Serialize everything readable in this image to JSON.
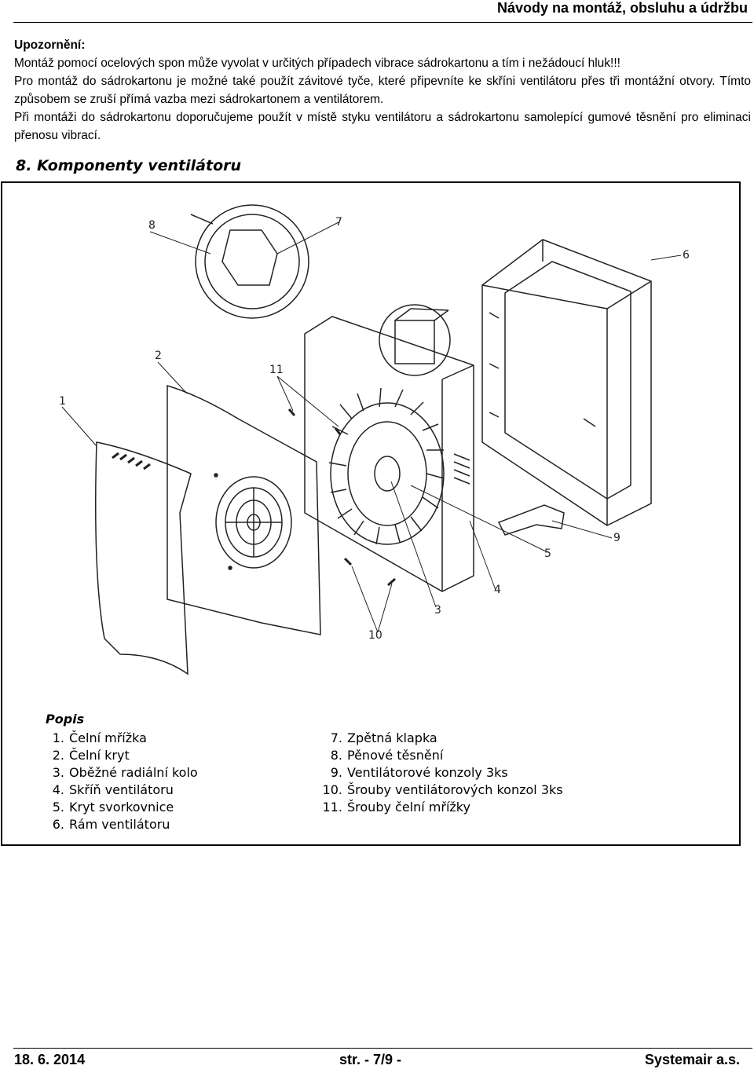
{
  "header": {
    "title": "Návody na montáž, obsluhu a údržbu"
  },
  "warning": {
    "heading": "Upozornění:",
    "paragraph_1": "Montáž pomocí ocelových spon může vyvolat v určitých případech vibrace sádrokartonu a tím i nežádoucí hluk!!!",
    "paragraph_2": "Pro montáž do sádrokartonu je možné také použít závitové tyče, které připevníte ke skříni ventilátoru přes tři montážní otvory. Tímto způsobem se zruší přímá vazba mezi sádrokartonem a ventilátorem.",
    "paragraph_3": "Při montáži do sádrokartonu doporučujeme použít v místě styku ventilátoru a sádrokartonu samolepící gumové těsnění pro eliminaci přenosu vibrací."
  },
  "section": {
    "title": "8. Komponenty ventilátoru"
  },
  "figure": {
    "callouts": [
      "8",
      "7",
      "6",
      "2",
      "11",
      "1",
      "9",
      "5",
      "4",
      "3",
      "10"
    ]
  },
  "legend": {
    "title": "Popis",
    "left": [
      {
        "num": "1.",
        "label": "Čelní mřížka"
      },
      {
        "num": "2.",
        "label": "Čelní kryt"
      },
      {
        "num": "3.",
        "label": "Oběžné radiální kolo"
      },
      {
        "num": "4.",
        "label": "Skříň ventilátoru"
      },
      {
        "num": "5.",
        "label": "Kryt svorkovnice"
      },
      {
        "num": "6.",
        "label": "Rám ventilátoru"
      }
    ],
    "right": [
      {
        "num": "7.",
        "label": "Zpětná klapka"
      },
      {
        "num": "8.",
        "label": "Pěnové těsnění"
      },
      {
        "num": "9.",
        "label": "Ventilátorové konzoly 3ks"
      },
      {
        "num": "10.",
        "label": "Šrouby ventilátorových konzol 3ks"
      },
      {
        "num": "11.",
        "label": "Šrouby čelní mřížky"
      }
    ]
  },
  "footer": {
    "date": "18. 6. 2014",
    "page": "str. - 7/9 -",
    "company": "Systemair a.s."
  }
}
